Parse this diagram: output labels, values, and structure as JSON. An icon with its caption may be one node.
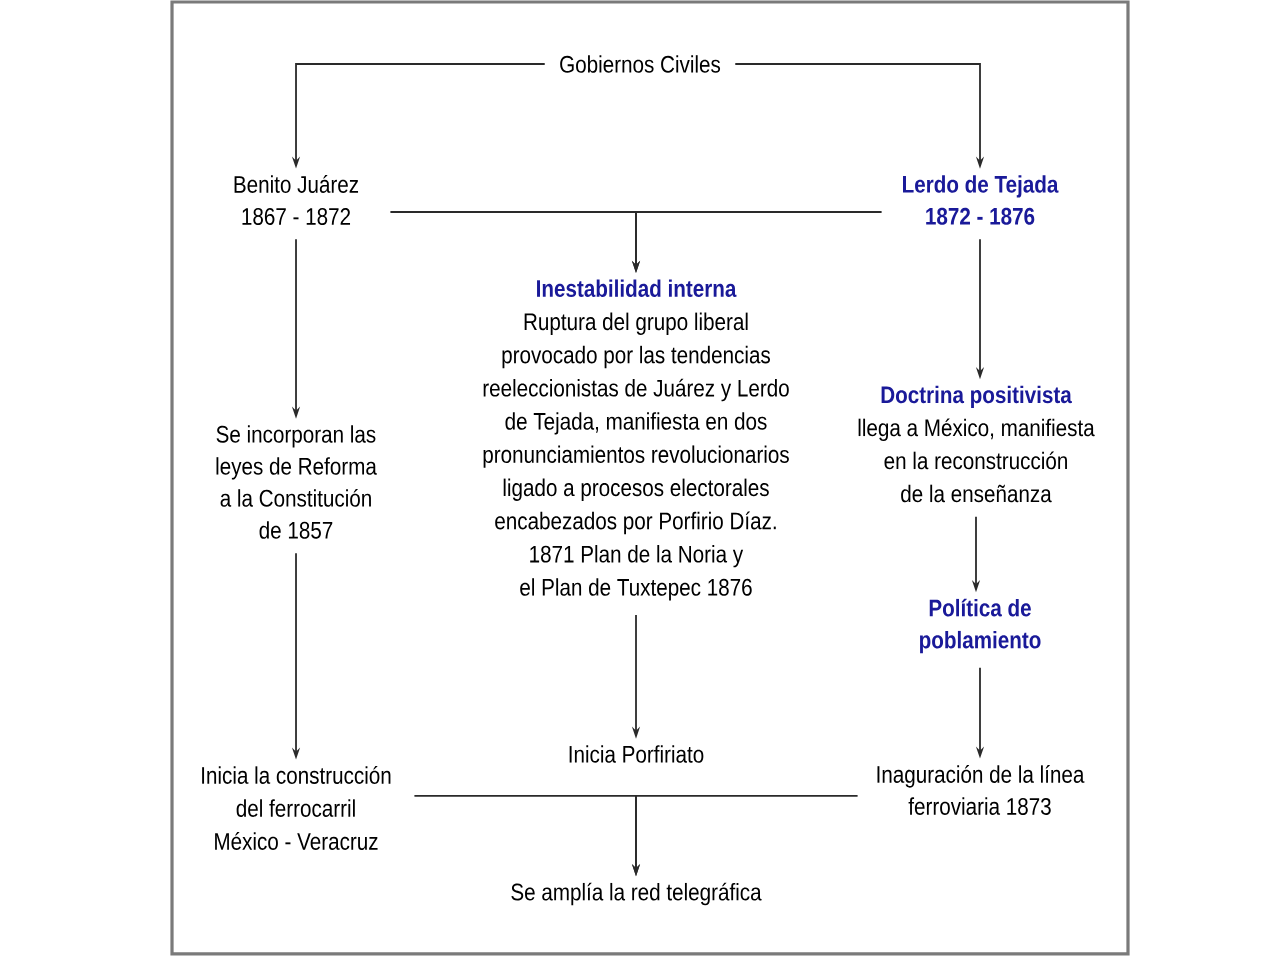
{
  "diagram": {
    "nodes": [
      {
        "text": [
          "Gobiernos Civiles"
        ]
      },
      {
        "text": [
          "Benito Juárez 1867 - 1872"
        ]
      },
      {
        "text": [
          "Lerdo de Tejada 1872 - 1876"
        ]
      },
      {
        "text": [
          "Se incorporan las leyes de Reforma a la Constitución de 1857"
        ]
      },
      {
        "text": [
          "Inestabilidad interna",
          "Ruptura del grupo liberal provocado por las tendencias reeleccionistas de Juárez y Lerdo de Tejada, manifiesta en dos pronunciamientos revolucionarios ligado a procesos electorales encabezados por Porfirio Díaz. 1871 Plan de la Noria y el Plan de Tuxtepec 1876"
        ]
      },
      {
        "text": [
          "Doctrina positivista",
          "llega a México, manifiesta en la reconstrucción de la enseñanza"
        ]
      },
      {
        "text": [
          "Política de poblamiento"
        ]
      },
      {
        "text": [
          "Inicia la construcción del ferrocarril México - Veracruz"
        ]
      },
      {
        "text": [
          "Inicia Porfiriato"
        ]
      },
      {
        "text": [
          "Inaguración de la línea ferroviaria 1873"
        ]
      },
      {
        "text": [
          "Se amplía la red telegráfica"
        ]
      }
    ],
    "edges": [
      {
        "from": 0,
        "to": 1,
        "arrow": "to"
      },
      {
        "from": 0,
        "to": 2,
        "arrow": "to"
      },
      {
        "from": 1,
        "to": 4,
        "arrow": "to"
      },
      {
        "from": 2,
        "to": 4,
        "arrow": "to"
      },
      {
        "from": 1,
        "to": 3,
        "arrow": "to"
      },
      {
        "from": 3,
        "to": 7,
        "arrow": "to"
      },
      {
        "from": 2,
        "to": 5,
        "arrow": "to"
      },
      {
        "from": 5,
        "to": 6,
        "arrow": "to"
      },
      {
        "from": 6,
        "to": 9,
        "arrow": "to"
      },
      {
        "from": 4,
        "to": 8,
        "arrow": "to"
      },
      {
        "from": 7,
        "to": 10,
        "arrow": "to"
      },
      {
        "from": 9,
        "to": 10,
        "arrow": "to"
      }
    ]
  }
}
